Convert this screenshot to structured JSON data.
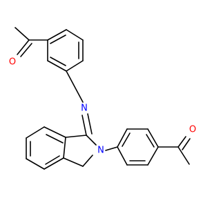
{
  "colors": {
    "bond": "#000000",
    "oxygen": "#ff0000",
    "nitrogen": "#0000ff"
  },
  "atoms": {
    "o1": "O",
    "n1": "N",
    "n2": "N",
    "o2": "O"
  }
}
